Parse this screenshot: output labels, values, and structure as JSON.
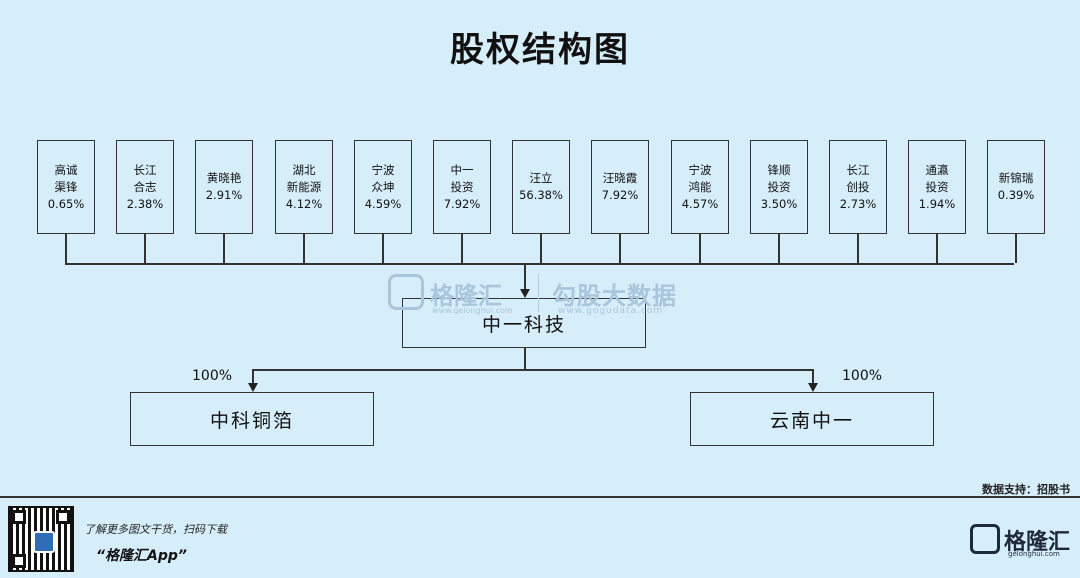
{
  "title": "股权结构图",
  "shareholders": [
    {
      "name_1": "高诚",
      "name_2": "渠锋",
      "pct": "0.65%"
    },
    {
      "name_1": "长江",
      "name_2": "合志",
      "pct": "2.38%"
    },
    {
      "name_1": "黄晓艳",
      "name_2": "",
      "pct": "2.91%"
    },
    {
      "name_1": "湖北",
      "name_2": "新能源",
      "pct": "4.12%"
    },
    {
      "name_1": "宁波",
      "name_2": "众坤",
      "pct": "4.59%"
    },
    {
      "name_1": "中一",
      "name_2": "投资",
      "pct": "7.92%"
    },
    {
      "name_1": "汪立",
      "name_2": "",
      "pct": "56.38%"
    },
    {
      "name_1": "汪晓霞",
      "name_2": "",
      "pct": "7.92%"
    },
    {
      "name_1": "宁波",
      "name_2": "鸿能",
      "pct": "4.57%"
    },
    {
      "name_1": "锋顺",
      "name_2": "投资",
      "pct": "3.50%"
    },
    {
      "name_1": "长江",
      "name_2": "创投",
      "pct": "2.73%"
    },
    {
      "name_1": "通瀛",
      "name_2": "投资",
      "pct": "1.94%"
    },
    {
      "name_1": "新锦瑞",
      "name_2": "",
      "pct": "0.39%"
    }
  ],
  "company": "中一科技",
  "subsidiaries": [
    {
      "name": "中科铜箔",
      "pct": "100%"
    },
    {
      "name": "云南中一",
      "pct": "100%"
    }
  ],
  "watermark": {
    "brand": "格隆汇",
    "brand_sub": "www.gelonghui.com",
    "product": "勾股大数据",
    "product_sub": "www.gogudata.com"
  },
  "source": "数据支持：招股书",
  "footer": {
    "promo_line": "了解更多图文干货，扫码下载",
    "app_name": "“格隆汇App”",
    "brand": "格隆汇",
    "brand_sub": "gelonghui.com"
  }
}
